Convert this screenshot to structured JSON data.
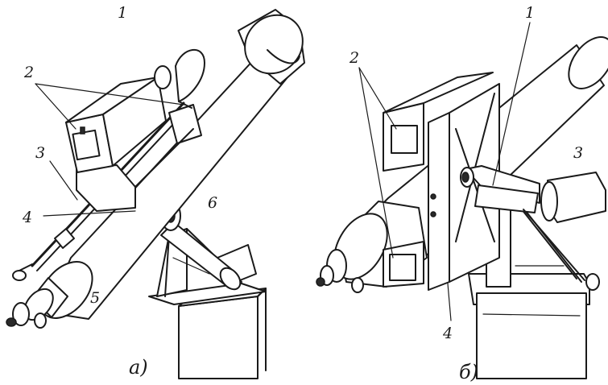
{
  "panel_a": {
    "caption": "а)",
    "labels": {
      "l1": "1",
      "l2": "2",
      "l3": "3",
      "l4": "4",
      "l5": "5",
      "l6": "6"
    }
  },
  "panel_b": {
    "caption": "б)",
    "labels": {
      "l1": "1",
      "l2": "2",
      "l3": "3",
      "l4": "4"
    }
  }
}
